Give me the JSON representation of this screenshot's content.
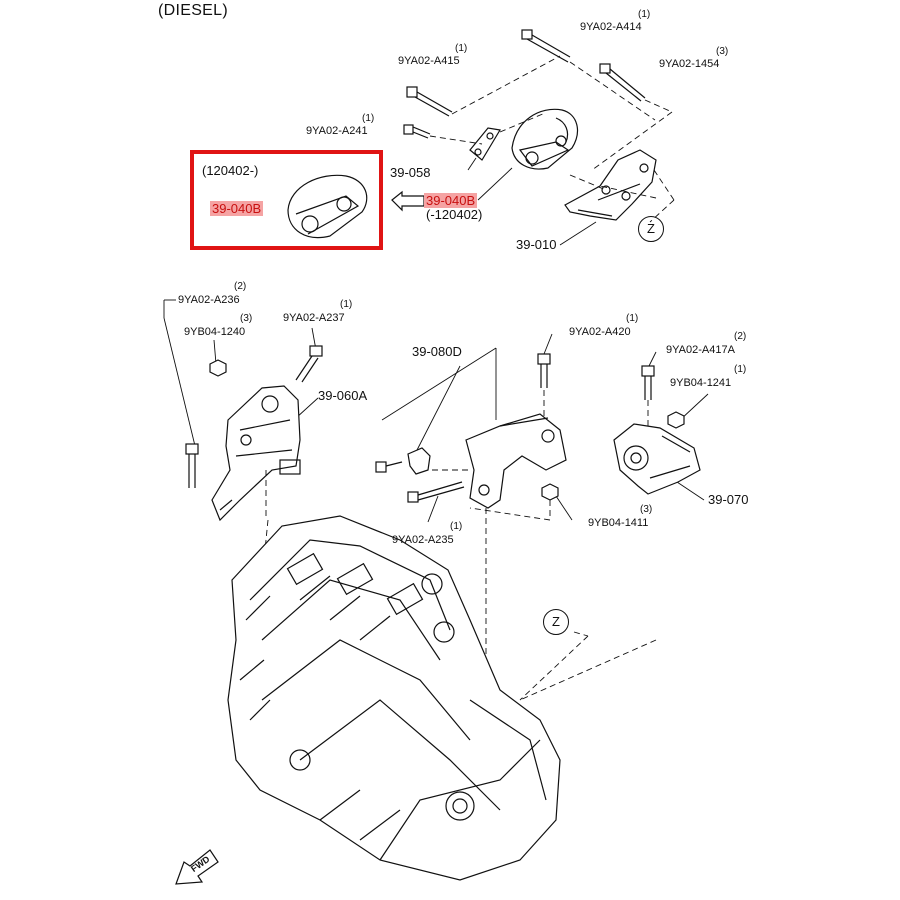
{
  "title": "(DIESEL)",
  "inset": {
    "date_label": "(120402-)",
    "part": "39-040B"
  },
  "labels": {
    "a414": {
      "code": "9YA02-A414",
      "qty": "(1)"
    },
    "a415": {
      "code": "9YA02-A415",
      "qty": "(1)"
    },
    "s1454": {
      "code": "9YA02-1454",
      "qty": "(3)"
    },
    "a241": {
      "code": "9YA02-A241",
      "qty": "(1)"
    },
    "p058": {
      "code": "39-058"
    },
    "p040b": {
      "code": "39-040B",
      "date": "(-120402)"
    },
    "p010": {
      "code": "39-010"
    },
    "a236": {
      "code": "9YA02-A236",
      "qty": "(2)"
    },
    "b1240": {
      "code": "9YB04-1240",
      "qty": "(3)"
    },
    "a237": {
      "code": "9YA02-A237",
      "qty": "(1)"
    },
    "p060a": {
      "code": "39-060A"
    },
    "p080d": {
      "code": "39-080D"
    },
    "a420": {
      "code": "9YA02-A420",
      "qty": "(1)"
    },
    "a417a": {
      "code": "9YA02-A417A",
      "qty": "(2)"
    },
    "b1241": {
      "code": "9YB04-1241",
      "qty": "(1)"
    },
    "p070": {
      "code": "39-070"
    },
    "a235": {
      "code": "9YA02-A235",
      "qty": "(1)"
    },
    "b1411": {
      "code": "9YB04-1411",
      "qty": "(3)"
    }
  },
  "view_markers": [
    "Z",
    "Z"
  ],
  "fwd_label": "FWD"
}
